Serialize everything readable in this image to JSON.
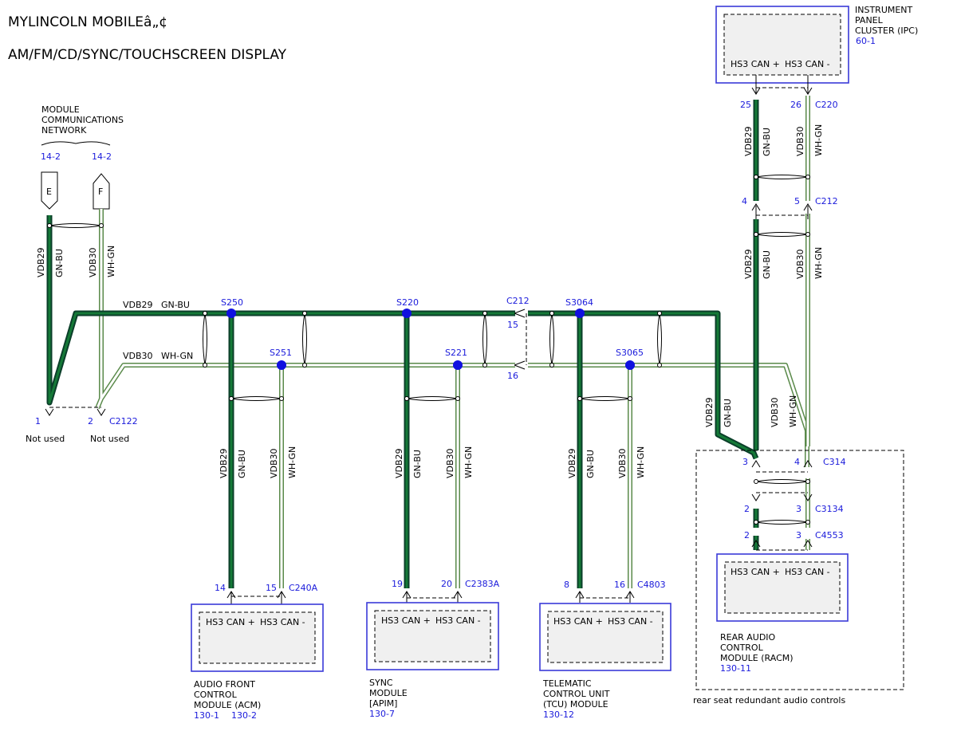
{
  "title": {
    "line1": "MYLINCOLN MOBILEâ„¢",
    "line2": "AM/FM/CD/SYNC/TOUCHSCREEN DISPLAY"
  },
  "network_ref": {
    "label_l1": "MODULE",
    "label_l2": "COMMUNICATIONS",
    "label_l3": "NETWORK",
    "ref_e": "14-2",
    "ref_f": "14-2",
    "conn_e": "E",
    "conn_f": "F",
    "pin_e": "1",
    "pin_f": "2",
    "connector": "C2122",
    "note_e": "Not used",
    "note_f": "Not used"
  },
  "circuits": {
    "can_hi": "VDB29",
    "can_hi_color": "GN-BU",
    "can_lo": "VDB30",
    "can_lo_color": "WH-GN"
  },
  "splices": {
    "s250": "S250",
    "s251": "S251",
    "s220": "S220",
    "s221": "S221",
    "s3064": "S3064",
    "s3065": "S3065"
  },
  "inline_c212_main": {
    "name": "C212",
    "pin_hi": "15",
    "pin_lo": "16"
  },
  "ipc": {
    "label_l1": "INSTRUMENT",
    "label_l2": "PANEL",
    "label_l3": "CLUSTER (IPC)",
    "ref": "60-1",
    "pin_hi_name": "HS3 CAN +",
    "pin_lo_name": "HS3 CAN -",
    "conn": "C220",
    "pin_hi": "25",
    "pin_lo": "26",
    "conn2": "C212",
    "pin2_hi": "4",
    "pin2_lo": "5"
  },
  "acm": {
    "label_l1": "AUDIO FRONT",
    "label_l2": "CONTROL",
    "label_l3": "MODULE (ACM)",
    "ref1": "130-1",
    "ref2": "130-2",
    "pin_hi_name": "HS3 CAN +",
    "pin_lo_name": "HS3 CAN -",
    "conn": "C240A",
    "pin_hi": "14",
    "pin_lo": "15"
  },
  "apim": {
    "label_l1": "SYNC",
    "label_l2": "MODULE",
    "label_l3": "[APIM]",
    "ref": "130-7",
    "pin_hi_name": "HS3 CAN +",
    "pin_lo_name": "HS3 CAN -",
    "conn": "C2383A",
    "pin_hi": "19",
    "pin_lo": "20"
  },
  "tcu": {
    "label_l1": "TELEMATIC",
    "label_l2": "CONTROL UNIT",
    "label_l3": "(TCU) MODULE",
    "ref": "130-12",
    "pin_hi_name": "HS3 CAN +",
    "pin_lo_name": "HS3 CAN -",
    "conn": "C4803",
    "pin_hi": "8",
    "pin_lo": "16"
  },
  "racm": {
    "label_l1": "REAR AUDIO",
    "label_l2": "CONTROL",
    "label_l3": "MODULE (RACM)",
    "ref": "130-11",
    "pin_hi_name": "HS3 CAN +",
    "pin_lo_name": "HS3 CAN -",
    "conn_a": "C314",
    "pin_a_hi": "3",
    "pin_a_lo": "4",
    "conn_b": "C3134",
    "pin_b_hi": "2",
    "pin_b_lo": "3",
    "conn_c": "C4553",
    "pin_c_hi": "2",
    "pin_c_lo": "3",
    "group_note": "rear seat redundant audio controls"
  },
  "colors": {
    "gn_bu_outer": "#0b3f2a",
    "gn_bu_inner": "#157a37",
    "wh_gn_outer": "#5a8a4a",
    "wh_gn_inner": "#ffffff",
    "splice": "#1010e0",
    "module_border": "#3a3ad8",
    "reference_text": "#1a1adb"
  }
}
